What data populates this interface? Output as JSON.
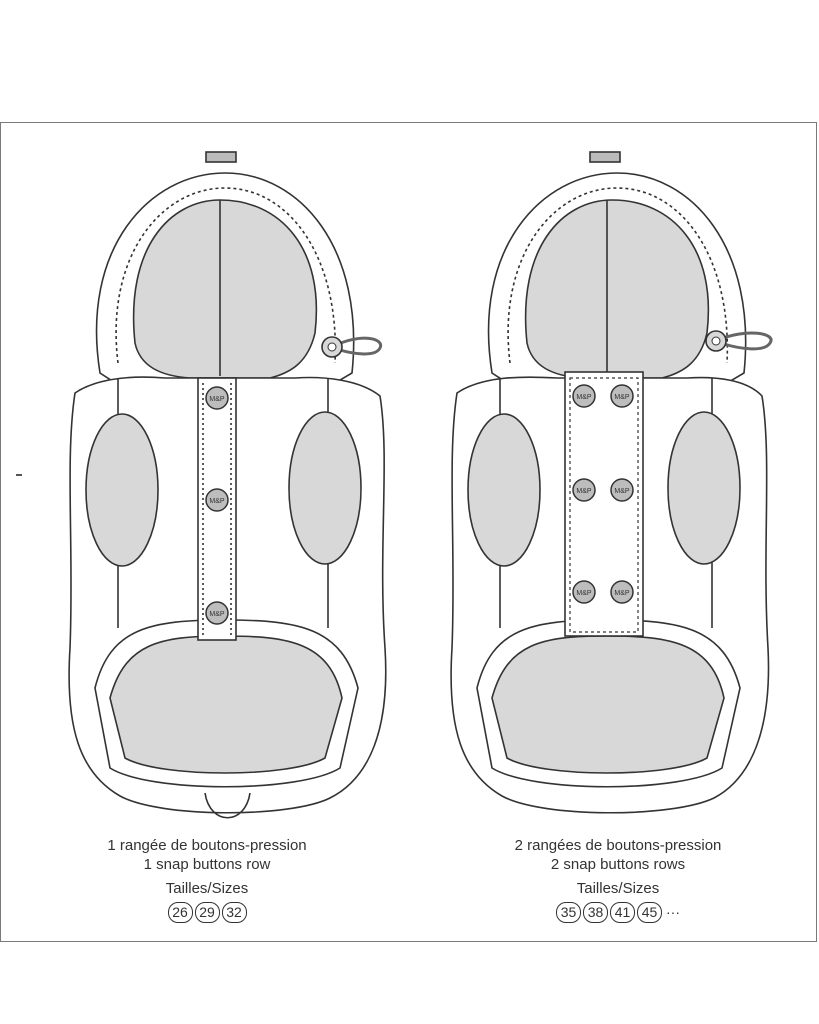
{
  "left": {
    "line_fr": "1 rangée de boutons-pression",
    "line_en": "1 snap buttons row",
    "sizes_title": "Tailles/Sizes",
    "sizes": [
      "26",
      "29",
      "32"
    ],
    "snap_label": "M&P"
  },
  "right": {
    "line_fr": "2 rangées de boutons-pression",
    "line_en": "2 snap buttons rows",
    "sizes_title": "Tailles/Sizes",
    "sizes": [
      "35",
      "38",
      "41",
      "45"
    ],
    "more": "···",
    "snap_label": "M&P"
  },
  "colors": {
    "fill": "#d8d8d8",
    "stroke": "#333333",
    "background": "#ffffff"
  }
}
